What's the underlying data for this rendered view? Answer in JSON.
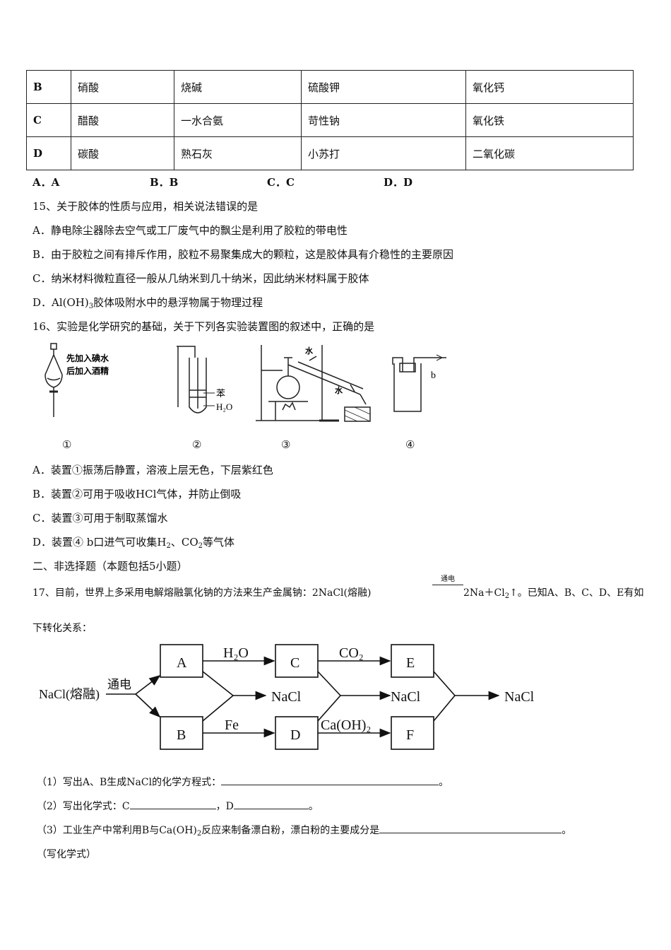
{
  "table_rows": [
    {
      "key": "B",
      "c1": "硝酸",
      "c2": "烧碱",
      "c3": "硫酸钾",
      "c4": "氧化钙"
    },
    {
      "key": "C",
      "c1": "醋酸",
      "c2": "一水合氨",
      "c3": "苛性钠",
      "c4": "氧化铁"
    },
    {
      "key": "D",
      "c1": "碳酸",
      "c2": "熟石灰",
      "c3": "小苏打",
      "c4": "二氧化碳"
    }
  ],
  "q14_options": [
    "A．A",
    "B．B",
    "C．C",
    "D．D"
  ],
  "q15": {
    "stem": "15、关于胶体的性质与应用，相关说法错误的是",
    "a": "A．静电除尘器除去空气或工厂废气中的飘尘是利用了胶粒的带电性",
    "b": "B．由于胶粒之间有排斥作用，胶粒不易聚集成大的颗粒，这是胶体具有介稳性的主要原因",
    "c": "C．纳米材料微粒直径一般从几纳米到几十纳米，因此纳米材料属于胶体",
    "d_pre": "D．Al(OH)",
    "d_sub": "3",
    "d_post": "胶体吸附水中的悬浮物属于物理过程"
  },
  "q16": {
    "stem": "16、实验是化学研究的基础，关于下列各实验装置图的叙述中，正确的是",
    "fig_labels": {
      "funnel_1": "先加入碘水",
      "funnel_2": "后加入酒精",
      "benzene": "苯",
      "water": "H₂O",
      "water_in": "水",
      "water_out": "水",
      "b": "b"
    },
    "nums": [
      "①",
      "②",
      "③",
      "④"
    ],
    "a": "A．装置①振荡后静置，溶液上层无色，下层紫红色",
    "b": "B．装置②可用于吸收HCl气体，并防止倒吸",
    "c": "C．装置③可用于制取蒸馏水",
    "d_pre": "D．装置④ b口进气可收集H",
    "d_sub1": "2",
    "d_mid": "、CO",
    "d_sub2": "2",
    "d_post": "等气体"
  },
  "section2": "二、非选择题（本题包括5小题）",
  "q17": {
    "stem_pre": "17、目前，世界上多采用电解熔融氯化钠的方法来生产金属钠：2NaCl(熔融)",
    "cond": "通电",
    "stem_post_pre": "2Na＋Cl",
    "stem_post_sub": "2",
    "stem_post_end": "↑。已知A、B、C、D、E有如",
    "stem_line2": "下转化关系：",
    "flow": {
      "nacl_start": "NaCl(熔融)",
      "tongdian": "通电",
      "A": "A",
      "B": "B",
      "C": "C",
      "D": "D",
      "E": "E",
      "F": "F",
      "h2o": "H₂O",
      "co2": "CO₂",
      "fe": "Fe",
      "caoh2": "Ca(OH)₂",
      "nacl": "NaCl"
    },
    "p1_pre": "（1）写出A、B生成NaCl的化学方程式：",
    "p1_end": "。",
    "p2_pre": "（2）写出化学式：C",
    "p2_mid": "，D",
    "p2_end": "。",
    "p3_pre": "（3）工业生产中常利用B与Ca(OH)",
    "p3_sub": "2",
    "p3_post": "反应来制备漂白粉，漂白粉的主要成分是",
    "p3_end": "。",
    "p3_line2": "（写化学式）"
  }
}
